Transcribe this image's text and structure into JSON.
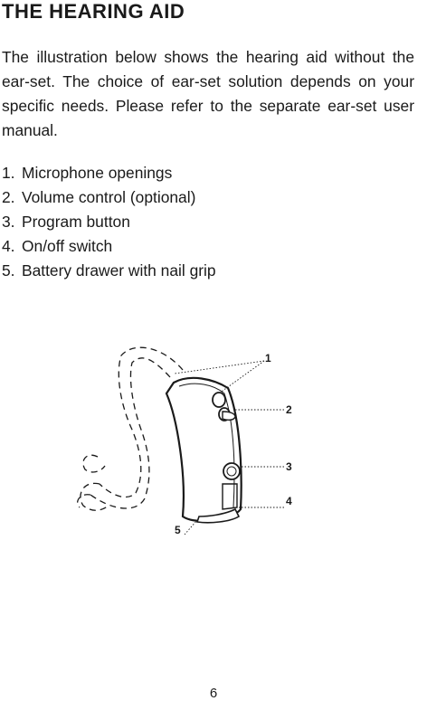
{
  "title": "THE HEARING AID",
  "intro": "The illustration below shows the hearing aid without the ear-set. The choice of ear-set solution depends on your specific needs. Please refer to the separate ear-set user manual.",
  "items": [
    {
      "number": "1.",
      "label": "Microphone openings"
    },
    {
      "number": "2.",
      "label": "Volume control (optional)"
    },
    {
      "number": "3.",
      "label": "Program button"
    },
    {
      "number": "4.",
      "label": "On/off switch"
    },
    {
      "number": "5.",
      "label": "Battery drawer with nail grip"
    }
  ],
  "callouts": [
    "1",
    "2",
    "3",
    "4",
    "5"
  ],
  "page_number": "6"
}
